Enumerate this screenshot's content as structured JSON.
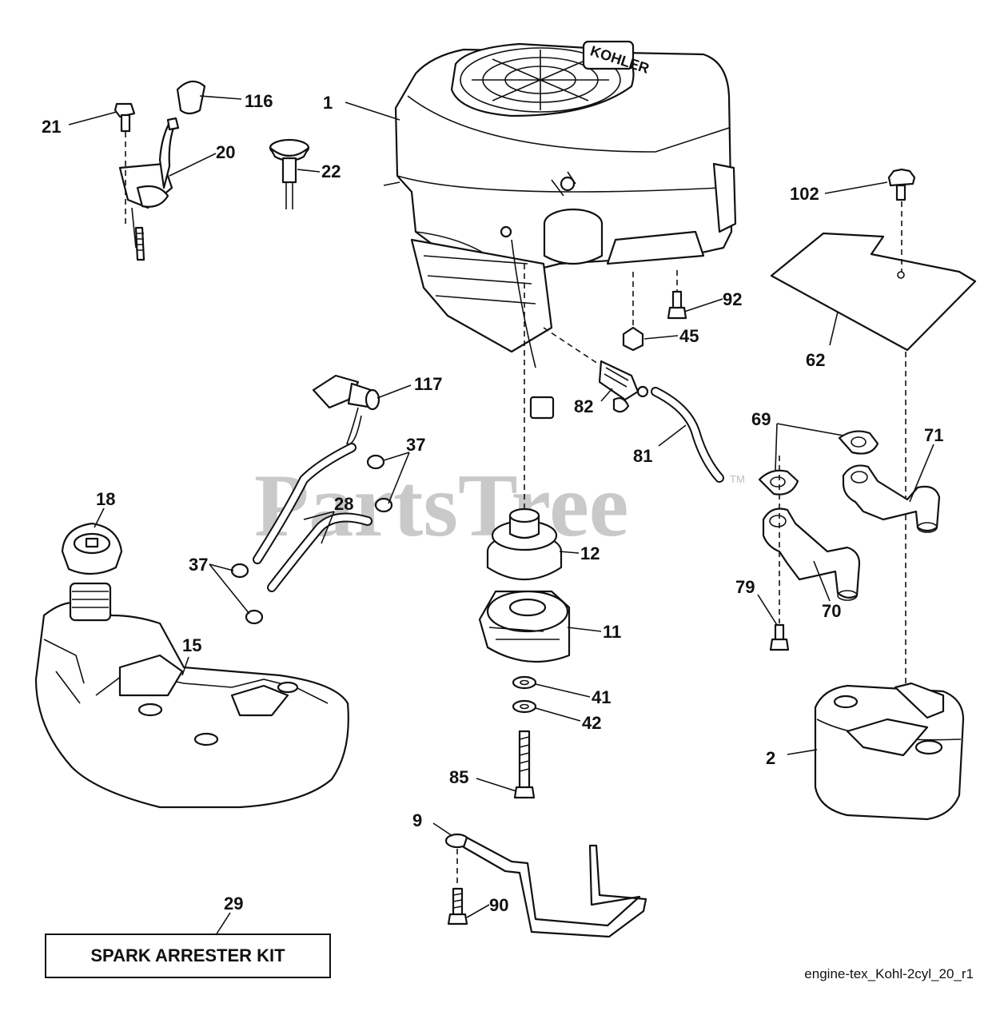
{
  "watermark": {
    "text": "PartsTree",
    "tm": "TM"
  },
  "engine_emblem": "KOHLER",
  "kit_label": "SPARK ARRESTER KIT",
  "diagram_ref": "engine-tex_Kohl-2cyl_20_r1",
  "callouts": {
    "c1": "1",
    "c2": "2",
    "c9": "9",
    "c11": "11",
    "c12": "12",
    "c15": "15",
    "c18": "18",
    "c20": "20",
    "c21": "21",
    "c22": "22",
    "c28": "28",
    "c29": "29",
    "c37a": "37",
    "c37b": "37",
    "c41": "41",
    "c42": "42",
    "c45": "45",
    "c62": "62",
    "c69": "69",
    "c70": "70",
    "c71": "71",
    "c79": "79",
    "c81": "81",
    "c82": "82",
    "c85": "85",
    "c90": "90",
    "c92": "92",
    "c102": "102",
    "c116": "116",
    "c117": "117"
  }
}
